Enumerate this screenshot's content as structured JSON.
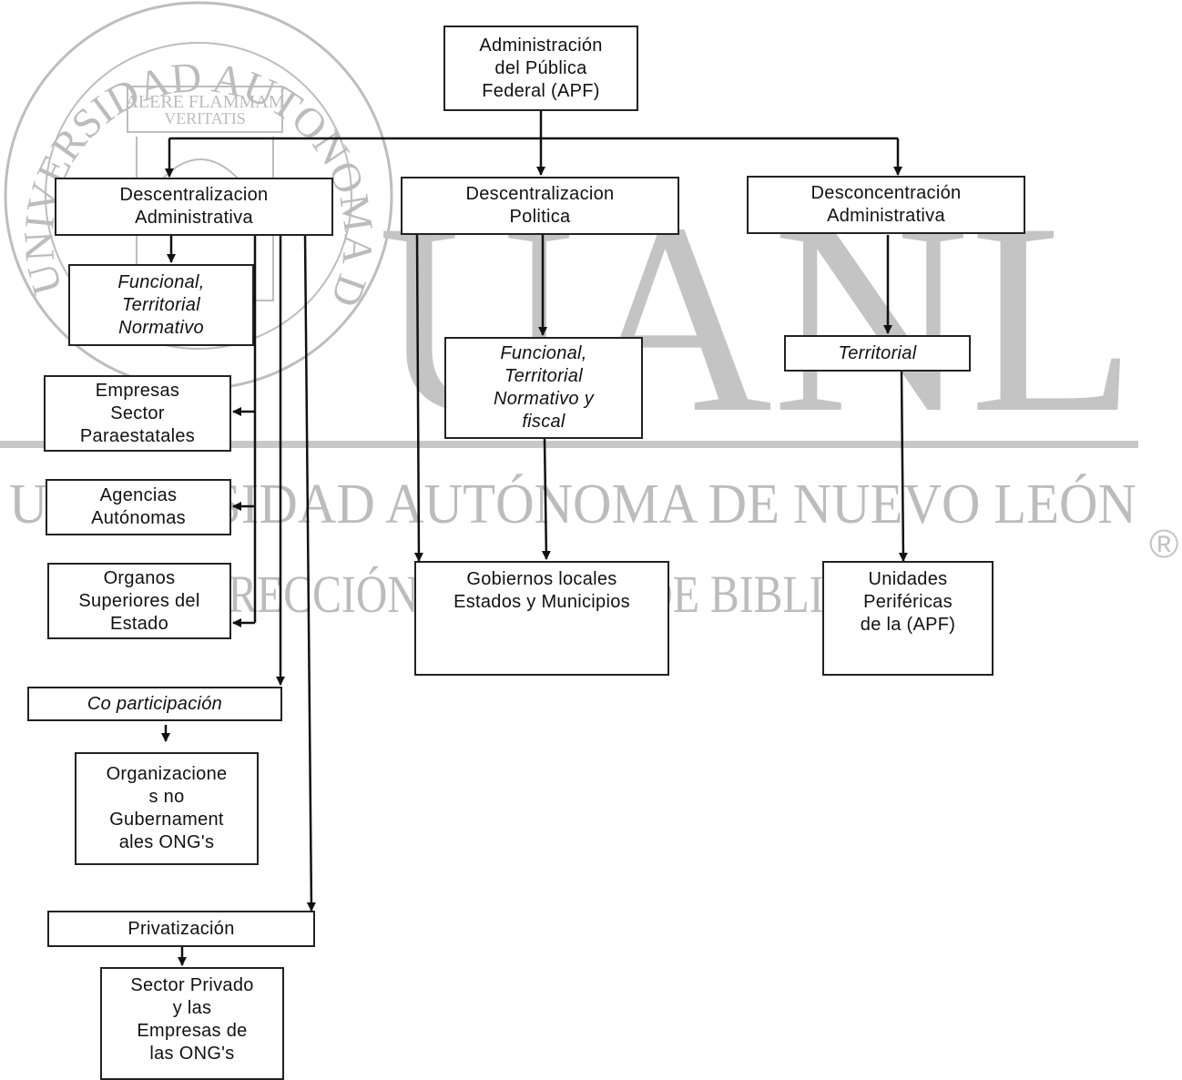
{
  "watermark": {
    "letters": "UANL",
    "line": "UNIVERSIDAD AUTÓNOMA DE NUEVO LEÓN",
    "line2": "DIRECCIÓN GENERAL DE BIBLIOTECAS",
    "registered": "®",
    "seal_ring": "UNIVERSIDAD AUTONOMA DE NUEVO LEON",
    "motto_1": "ALERE FLAMMAM",
    "motto_2": "VERITATIS"
  },
  "diagram": {
    "root": "Administración\ndel Pública\nFederal (APF)",
    "branch_1": "Descentralizacion\nAdministrativa",
    "branch_2": "Descentralizacion\nPolitica",
    "branch_3": "Desconcentración\nAdministrativa",
    "b1_type": "Funcional,\nTerritorial\nNormativo",
    "b1_empresas": "Empresas\nSector\nParaestatales",
    "b1_agencias": "Agencias\nAutónomas",
    "b1_organos": "Organos\nSuperiores del\nEstado",
    "b1_coparticipacion": "Co participación",
    "b1_ong": "Organizacione\ns no\nGubernament\nales ONG's",
    "b1_privatizacion": "Privatización",
    "b1_sector_privado": "Sector Privado\ny las\nEmpresas de\nlas ONG's",
    "b2_type": "Funcional,\nTerritorial\nNormativo y\nfiscal",
    "b2_gobiernos": "Gobiernos locales\nEstados y Municipios",
    "b3_type": "Territorial",
    "b3_unidades": "Unidades\nPeriféricas\nde la (APF)"
  }
}
